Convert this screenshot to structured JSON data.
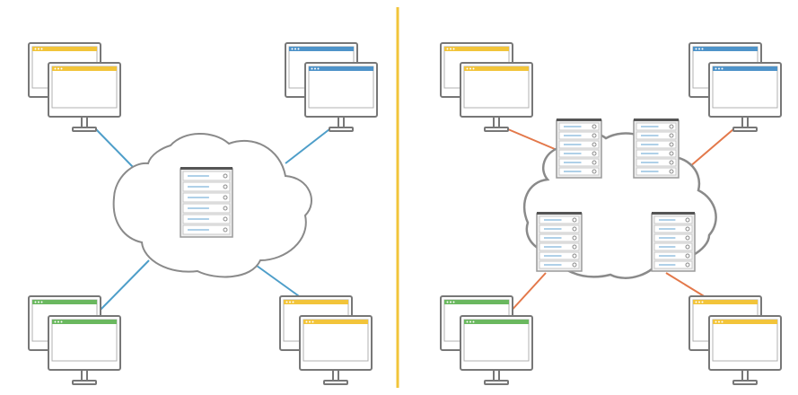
{
  "colors": {
    "background": "#ffffff",
    "divider": "#f2c43a",
    "cloud_stroke": "#8a8a8a",
    "monitor_stroke": "#777777",
    "monitor_fill": "#ffffff",
    "server_body": "#efefef",
    "server_stroke": "#9a9a9a",
    "server_light": "#7fb3d9",
    "left_link": "#4e9ec9",
    "right_link": "#e3784a",
    "yellow_bar": "#f2c43a",
    "blue_bar": "#4e93c9",
    "green_bar": "#6ab85f"
  },
  "diagram": {
    "left_panel": {
      "architecture": "single-server",
      "cloud_servers": 1,
      "link_color_key": "left_link",
      "clients": [
        {
          "id": "top-left",
          "bar_color_key": "yellow_bar"
        },
        {
          "id": "top-right",
          "bar_color_key": "blue_bar"
        },
        {
          "id": "bottom-left",
          "bar_color_key": "green_bar"
        },
        {
          "id": "bottom-right",
          "bar_color_key": "yellow_bar"
        }
      ]
    },
    "right_panel": {
      "architecture": "multi-server",
      "cloud_servers": 4,
      "link_color_key": "right_link",
      "clients": [
        {
          "id": "top-left",
          "bar_color_key": "yellow_bar"
        },
        {
          "id": "top-right",
          "bar_color_key": "blue_bar"
        },
        {
          "id": "bottom-left",
          "bar_color_key": "green_bar"
        },
        {
          "id": "bottom-right",
          "bar_color_key": "yellow_bar"
        }
      ]
    },
    "icons": [
      "monitor-icon",
      "server-rack-icon",
      "cloud-icon"
    ]
  }
}
